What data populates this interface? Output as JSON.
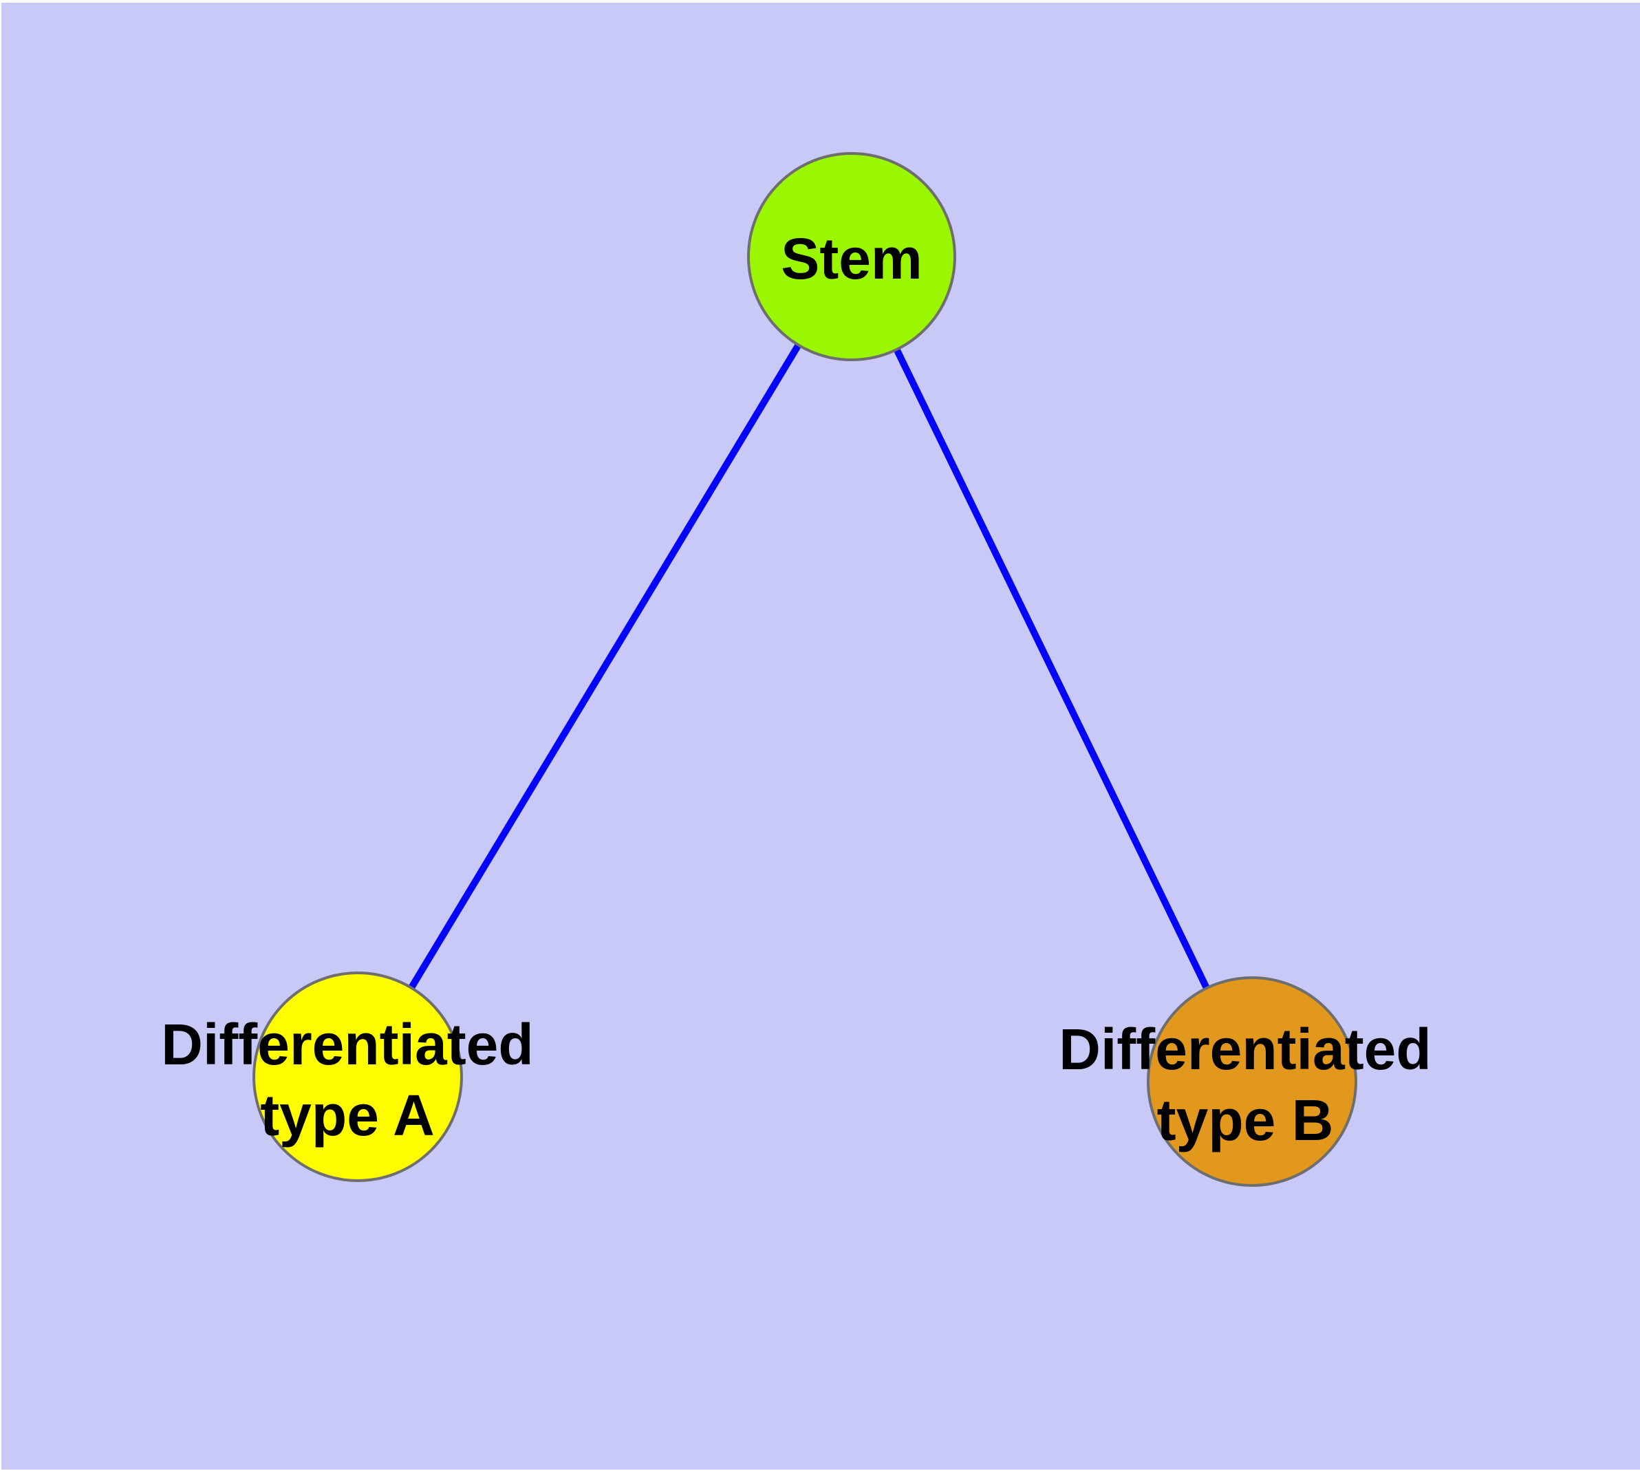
{
  "graph": {
    "background_color": "#C9C9F8",
    "frame_color": "#FFFFFF",
    "edge_color": "#0404FA",
    "edge_width": 10,
    "node_border_color": "#6E6E6E",
    "text_color": "#000000",
    "nodes": [
      {
        "id": "stem",
        "label": "Stem",
        "label_line1": "Stem",
        "label_line2": "",
        "fill_color": "#9BF602"
      },
      {
        "id": "differentiated-type-a",
        "label": "Differentiated type A",
        "label_line1": "Differentiated",
        "label_line2": "type A",
        "fill_color": "#FFFC00"
      },
      {
        "id": "differentiated-type-b",
        "label": "Differentiated type B",
        "label_line1": "Differentiated",
        "label_line2": "type B",
        "fill_color": "#E2971D"
      }
    ],
    "edges": [
      {
        "from": "Stem",
        "to": "Differentiated type A"
      },
      {
        "from": "Stem",
        "to": "Differentiated type B"
      }
    ]
  }
}
